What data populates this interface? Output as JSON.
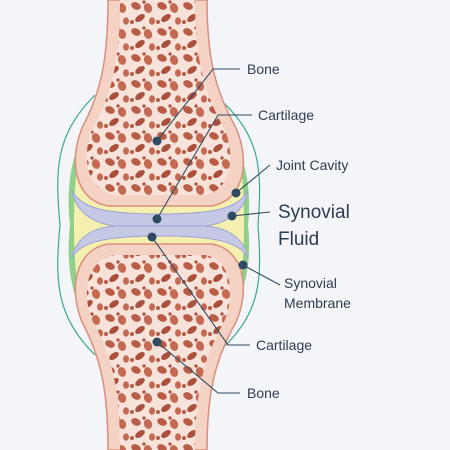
{
  "labels": {
    "bone_top": "Bone",
    "cartilage_top": "Cartilage",
    "joint_cavity": "Joint Cavity",
    "synovial_fluid_line1": "Synovial",
    "synovial_fluid_line2": "Fluid",
    "synovial_membrane_line1": "Synovial",
    "synovial_membrane_line2": "Membrane",
    "cartilage_bottom": "Cartilage",
    "bone_bottom": "Bone"
  },
  "colors": {
    "background": "#f3f5f8",
    "bone_fill": "#f4d2c4",
    "bone_outline": "#d98f7c",
    "spongy_fill": "#b85c45",
    "cartilage": "#c5c9e6",
    "synovial_fluid": "#f6f0b0",
    "synovial_membrane": "#8fd18a",
    "capsule_line": "#3aa88f",
    "leader_line": "#2f4b63"
  }
}
